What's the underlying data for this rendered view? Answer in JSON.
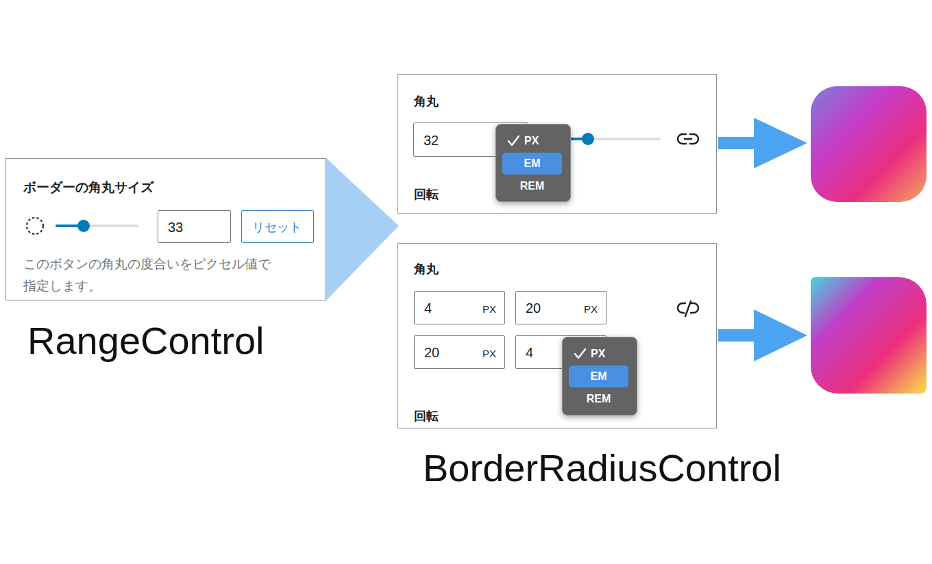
{
  "diagram": {
    "nodes": [
      {
        "text": [
          "ボーダーの角丸サイズ",
          "このボタンの角丸の度合いをピクセル値で 指定します。"
        ]
      },
      {
        "text": [
          "33"
        ],
        "in": 0
      },
      {
        "text": [
          "リセット"
        ],
        "in": 0
      },
      {
        "text": [
          "角丸",
          "回転"
        ]
      },
      {
        "text": [
          "32"
        ],
        "in": 3
      },
      {
        "text": [
          "PX",
          "EM",
          "REM"
        ],
        "in": 3
      },
      {
        "text": [
          "角丸",
          "回転"
        ]
      },
      {
        "text": [
          "4",
          "PX"
        ],
        "in": 6
      },
      {
        "text": [
          "20",
          "PX"
        ],
        "in": 6
      },
      {
        "text": [
          "20",
          "PX"
        ],
        "in": 6
      },
      {
        "text": [
          "4"
        ],
        "in": 6
      },
      {
        "text": [
          "PX",
          "EM",
          "REM"
        ],
        "in": 6
      }
    ],
    "labels": [
      "RangeControl",
      "BorderRadiusControl"
    ]
  }
}
